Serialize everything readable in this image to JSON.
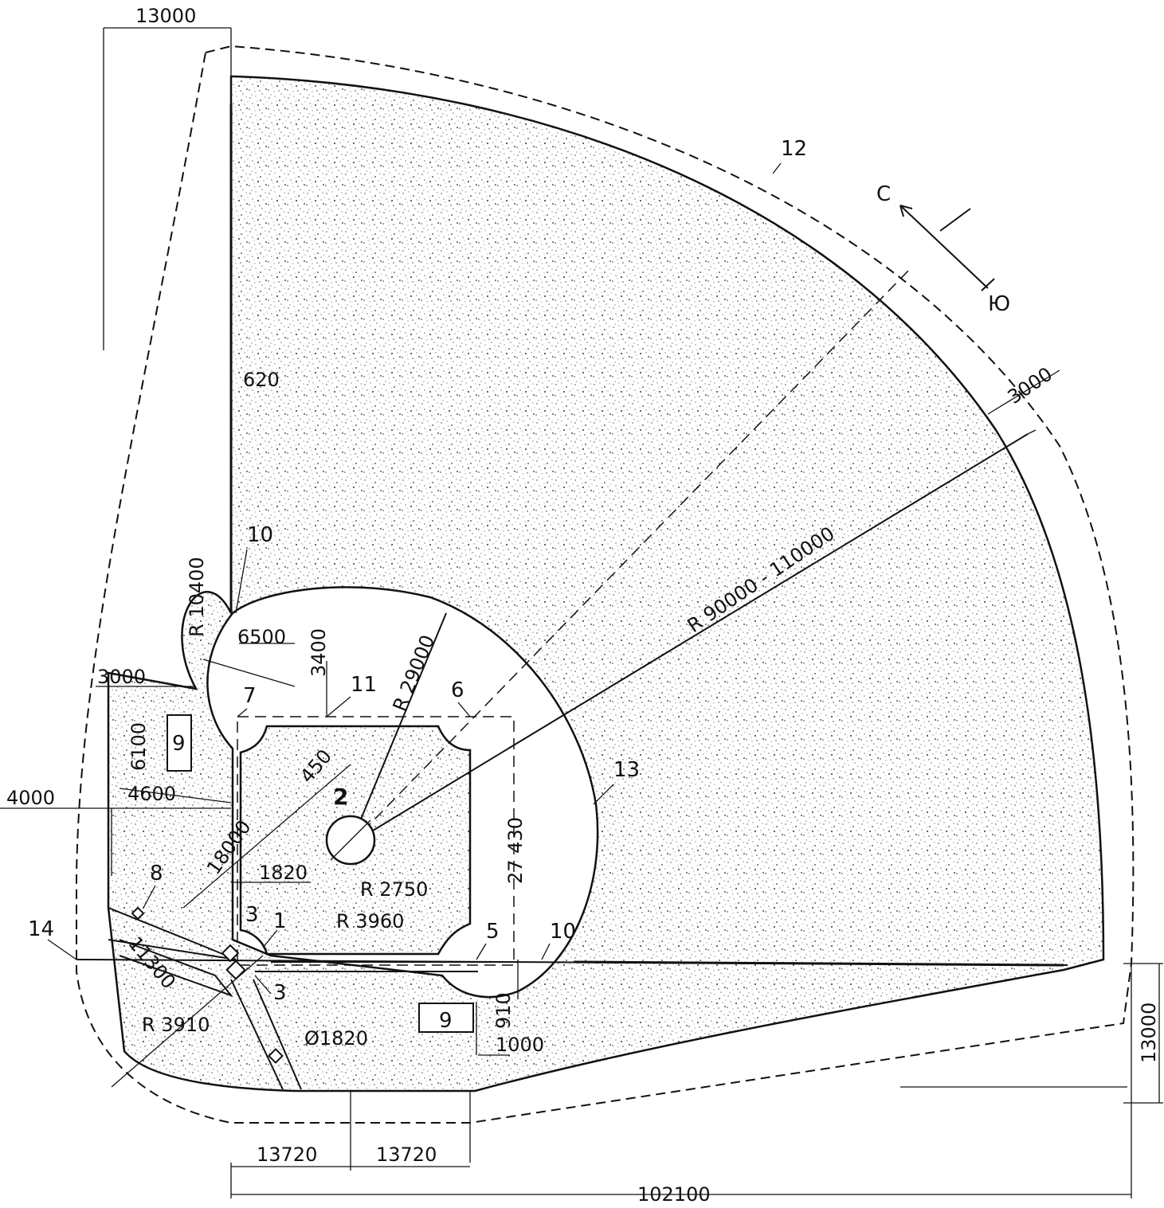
{
  "dimensions": {
    "top_left_width": "13000",
    "mast_620": "620",
    "r_10400": "R 10400",
    "d_6500": "6500",
    "d_3400": "3400",
    "d_3000_left": "3000",
    "d_6100": "6100",
    "d_4000": "4000",
    "d_4600": "4600",
    "d_450": "450",
    "d_18000": "18000",
    "d_1820_horizontal": "1820",
    "r_2750": "R 2750",
    "r_3960": "R 3960",
    "r_29000": "R 29000",
    "d_27430": "27 430",
    "d_11300": "11300",
    "r_3910": "R 3910",
    "phi_1820": "Ø1820",
    "d_910": "910",
    "d_1000": "1000",
    "r_90000_110000": "R 90000 - 110000",
    "d_3000_right": "3000",
    "d_13000_right": "13000",
    "bottom_13720_left": "13720",
    "bottom_13720_right": "13720",
    "bottom_total": "102100"
  },
  "labels": {
    "item_1": "1",
    "item_2": "2",
    "item_3_upper": "3",
    "item_3_lower": "3",
    "item_5": "5",
    "item_6": "6",
    "item_7": "7",
    "item_8": "8",
    "item_9_left": "9",
    "item_9_lower": "9",
    "item_10_upper": "10",
    "item_10_lower": "10",
    "item_11": "11",
    "item_12": "12",
    "item_13": "13",
    "item_14": "14"
  },
  "compass": {
    "north": "С",
    "south": "Ю"
  },
  "colors": {
    "ink": "#111111",
    "speckle": "#9a9a9a",
    "paper": "#ffffff"
  }
}
